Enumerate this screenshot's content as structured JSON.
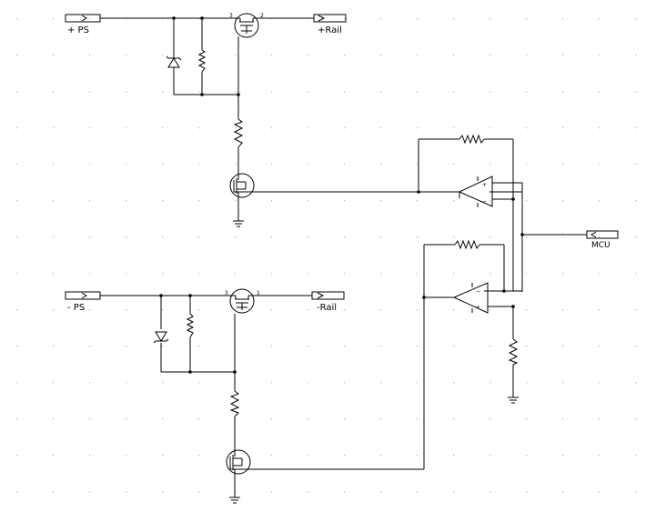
{
  "ports": {
    "pos_ps": "+ PS",
    "pos_rail": "+Rail",
    "neg_ps": "- PS",
    "neg_rail": "-Rail",
    "mcu": "MCU"
  },
  "pins": {
    "one": "1",
    "two": "2",
    "three": "3"
  },
  "opamp": {
    "plus": "+",
    "minus": "−"
  },
  "colors": {
    "wire": "#000000",
    "grid_dot": "#b0b0b0",
    "background": "#ffffff"
  }
}
